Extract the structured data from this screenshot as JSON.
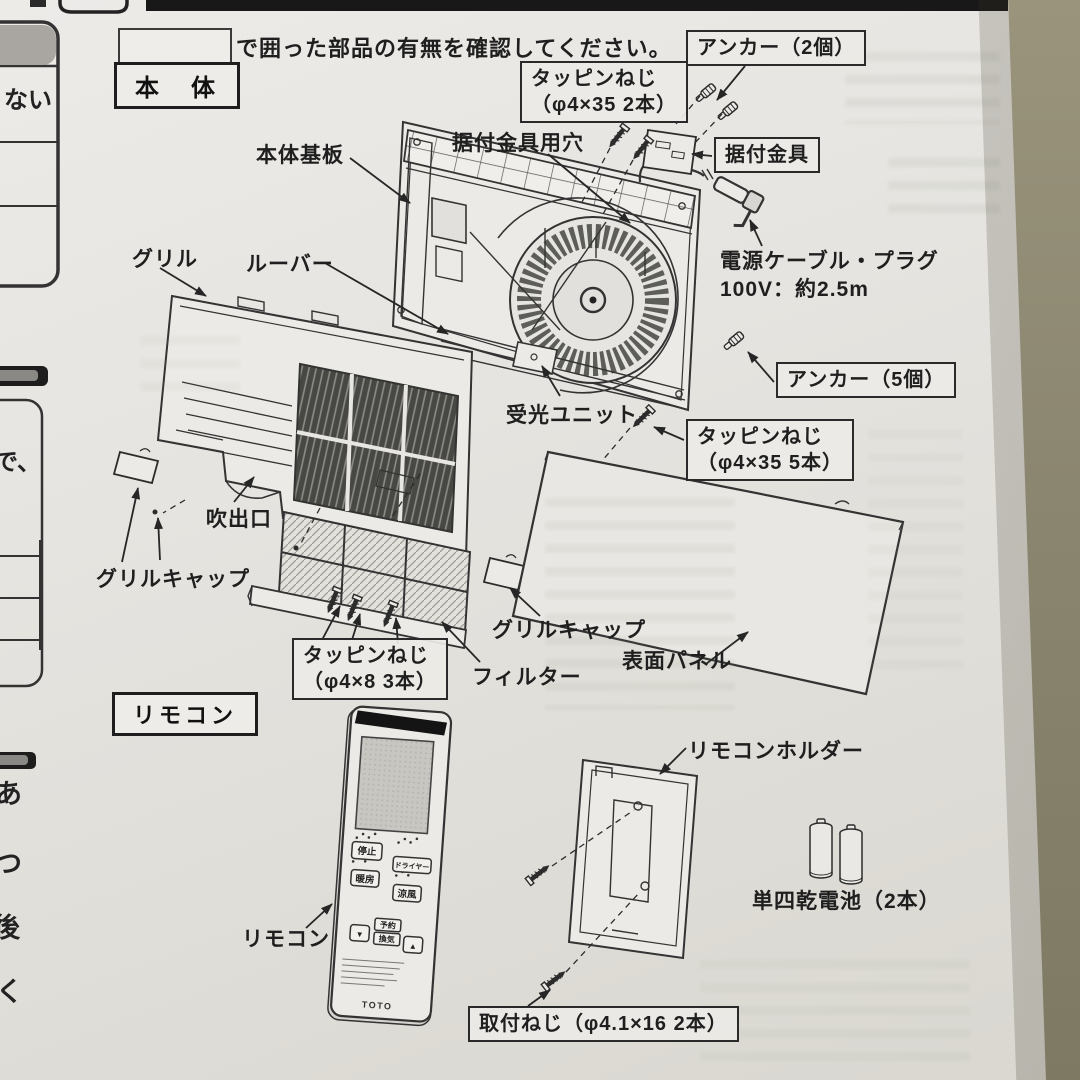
{
  "page": {
    "instruction": "で囲った部品の有無を確認してください。",
    "section_main": "本　体",
    "section_remote": "リモコン"
  },
  "labels": {
    "tapping_screw_top_l1": "タッピンねじ",
    "tapping_screw_top_l2": "（φ4×35 2本）",
    "anchor2": "アンカー（2個）",
    "bracket": "据付金具",
    "bracket_hole": "据付金具用穴",
    "main_board": "本体基板",
    "power_l1": "電源ケーブル・プラグ",
    "power_l2": "100V：約2.5m",
    "grill": "グリル",
    "louver": "ルーバー",
    "anchor5": "アンカー（5個）",
    "ir_unit": "受光ユニット",
    "tapping_screw_right_l1": "タッピンねじ",
    "tapping_screw_right_l2": "（φ4×35 5本）",
    "outlet": "吹出口",
    "grill_cap_left": "グリルキャップ",
    "grill_cap_right": "グリルキャップ",
    "tapping_screw_bottom_l1": "タッピンねじ",
    "tapping_screw_bottom_l2": "（φ4×8 3本）",
    "filter": "フィルター",
    "front_panel": "表面パネル",
    "remote_holder": "リモコンホルダー",
    "battery": "単四乾電池（2本）",
    "remote": "リモコン",
    "mount_screw": "取付ねじ（φ4.1×16 2本）"
  },
  "remote_unit": {
    "brand": "TOTO",
    "btn_stop": "停止",
    "btn_dryer": "ドライヤー",
    "btn_heat": "暖房",
    "btn_cool": "涼風",
    "btn_down": "▼",
    "btn_reserve": "予約",
    "btn_vent": "換気",
    "btn_up": "▲"
  },
  "left_edge": {
    "frag_nai": "ない",
    "frag_de": "で、",
    "frag_a": "あ",
    "frag_tsu": "つ",
    "frag_go": "後",
    "frag_ku": "く"
  }
}
